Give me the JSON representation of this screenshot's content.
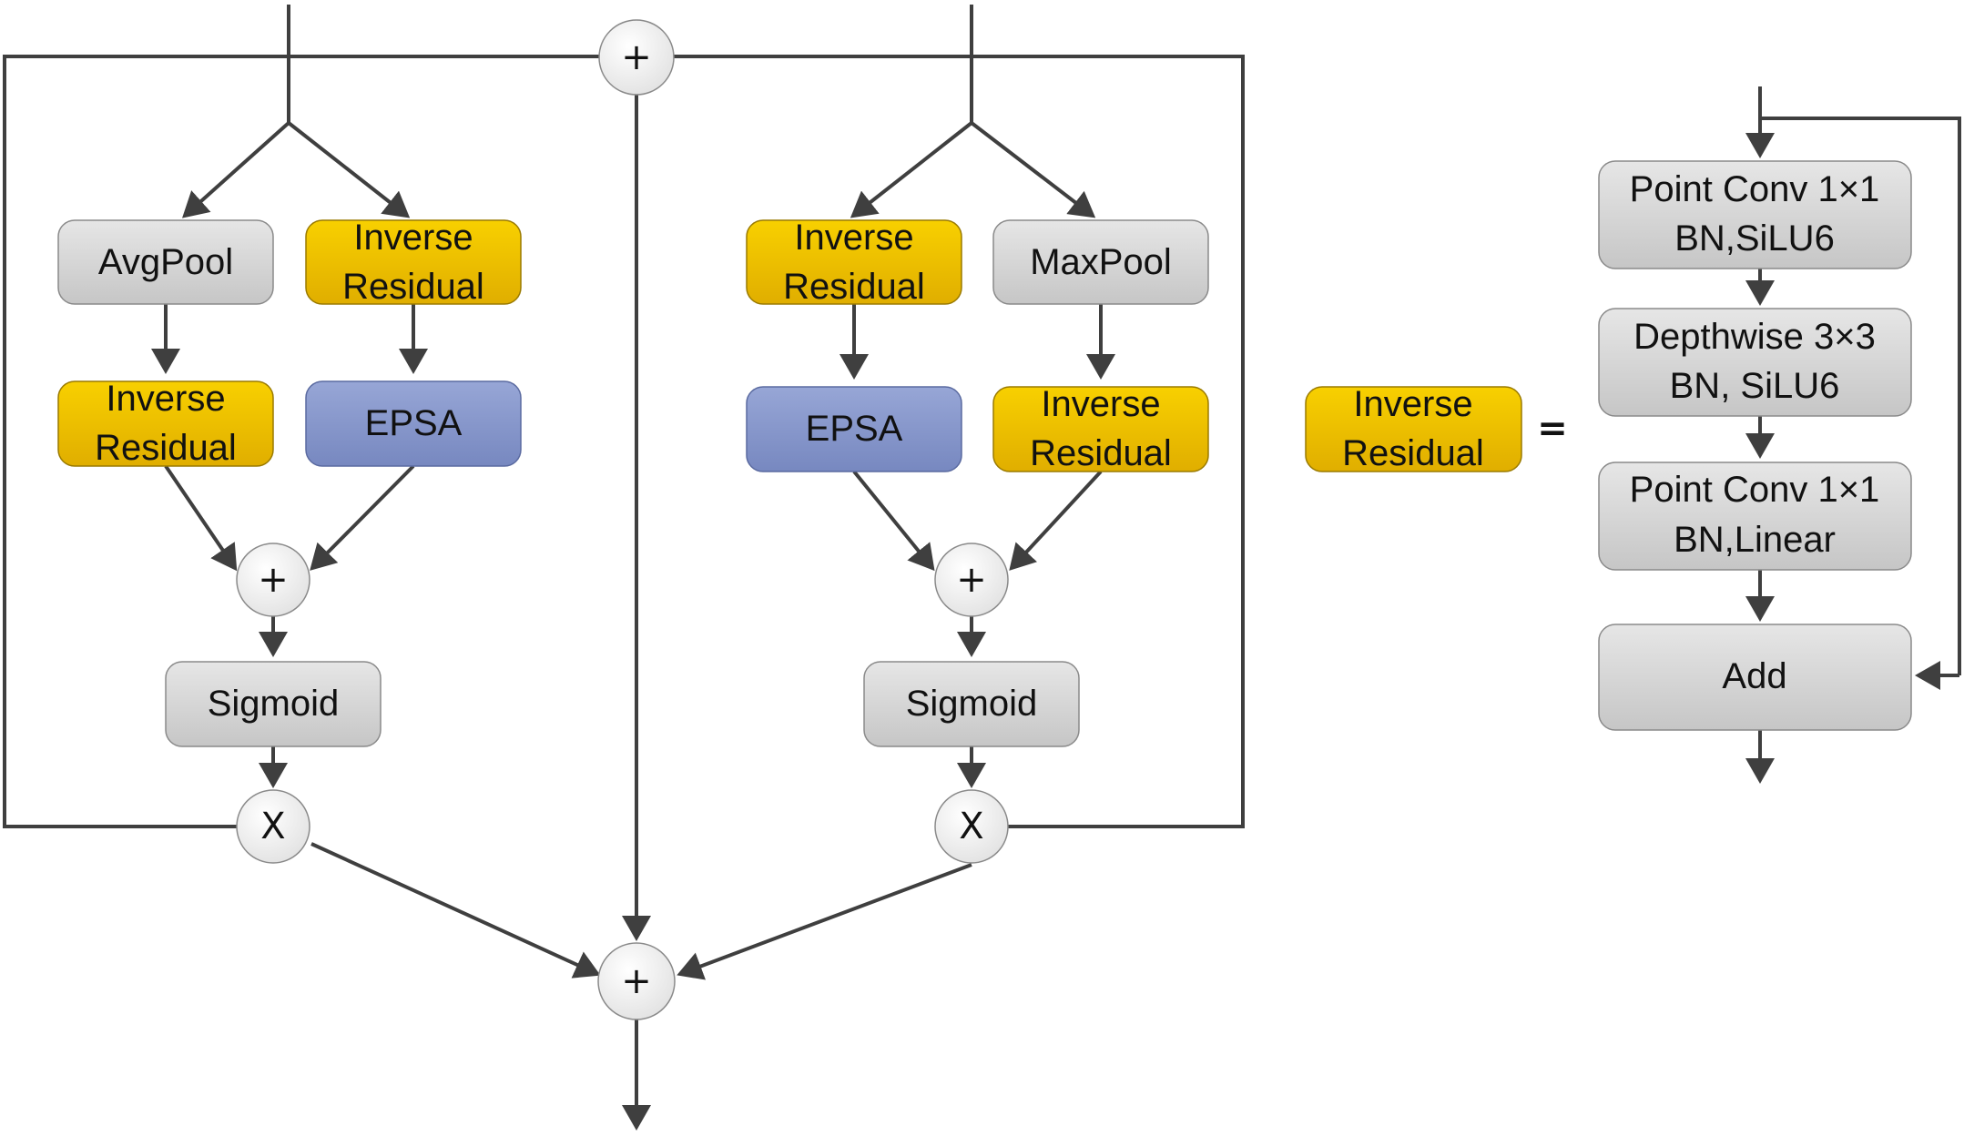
{
  "colors": {
    "line": "#3f3f3f",
    "gray_box": "#d4d4d4",
    "yellow_box": "#f2c100",
    "blue_box": "#8797cb",
    "node": "#f4f4f4"
  },
  "symbols": {
    "add": "+",
    "multiply": "X",
    "equals": "="
  },
  "left_branch": {
    "pool": "AvgPool",
    "ir_a_line1": "Inverse",
    "ir_a_line2": "Residual",
    "ir_b_line1": "Inverse",
    "ir_b_line2": "Residual",
    "attention": "EPSA",
    "gate": "Sigmoid"
  },
  "right_branch": {
    "pool": "MaxPool",
    "ir_a_line1": "Inverse",
    "ir_a_line2": "Residual",
    "ir_b_line1": "Inverse",
    "ir_b_line2": "Residual",
    "attention": "EPSA",
    "gate": "Sigmoid"
  },
  "legend": {
    "block_line1": "Inverse",
    "block_line2": "Residual",
    "steps": [
      {
        "line1": "Point Conv 1×1",
        "line2": "BN,SiLU6"
      },
      {
        "line1": "Depthwise 3×3",
        "line2": "BN, SiLU6"
      },
      {
        "line1": "Point Conv 1×1",
        "line2": "BN,Linear"
      },
      {
        "line1": "Add"
      }
    ]
  }
}
